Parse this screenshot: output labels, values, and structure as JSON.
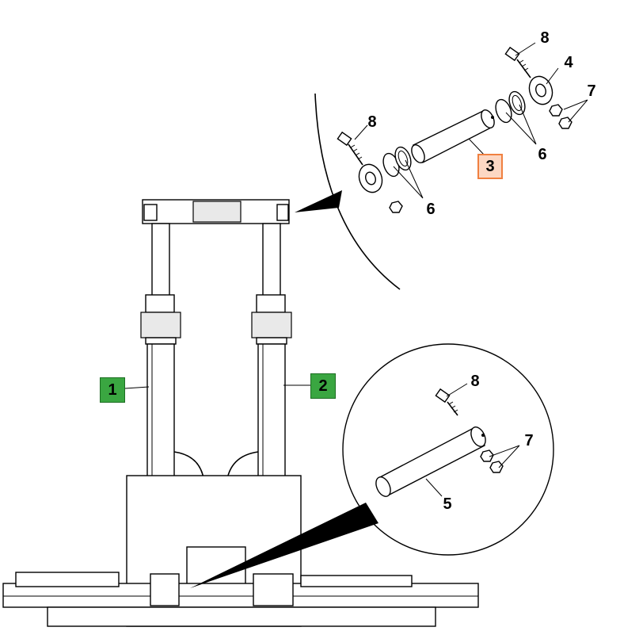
{
  "labels": {
    "callout_1": "1",
    "callout_2": "2",
    "callout_3": "3",
    "upper_4": "4",
    "upper_6a": "6",
    "upper_6b": "6",
    "upper_7": "7",
    "upper_8a": "8",
    "upper_8b": "8",
    "lower_5": "5",
    "lower_7": "7",
    "lower_8": "8"
  },
  "colors": {
    "highlight_green": "#3aa641",
    "highlight_orange_fill": "#fcd7c3",
    "highlight_orange_border": "#f08040"
  }
}
